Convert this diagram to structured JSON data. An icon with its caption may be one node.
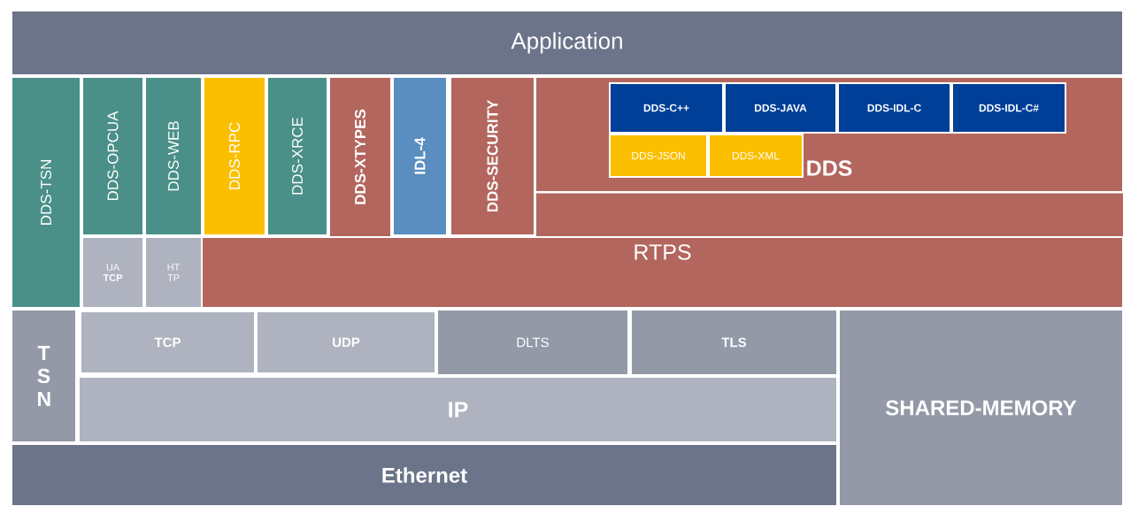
{
  "diagram": {
    "nodes": [
      {
        "text": [
          "Application"
        ]
      },
      {
        "text": [
          "DDS-TSN"
        ]
      },
      {
        "text": [
          "DDS-OPCUA"
        ]
      },
      {
        "text": [
          "DDS-WEB"
        ]
      },
      {
        "text": [
          "DDS-RPC"
        ]
      },
      {
        "text": [
          "DDS-XRCE"
        ]
      },
      {
        "text": [
          "DDS-XTYPES"
        ]
      },
      {
        "text": [
          "IDL-4"
        ]
      },
      {
        "text": [
          "DDS-SECURITY"
        ]
      },
      {
        "text": [
          "DDS"
        ]
      },
      {
        "text": [
          "DDS-C++"
        ],
        "in": 9
      },
      {
        "text": [
          "DDS-JAVA"
        ],
        "in": 9
      },
      {
        "text": [
          "DDS-IDL-C"
        ],
        "in": 9
      },
      {
        "text": [
          "DDS-IDL-C#"
        ],
        "in": 9
      },
      {
        "text": [
          "DDS-JSON"
        ],
        "in": 9
      },
      {
        "text": [
          "DDS-XML"
        ],
        "in": 9
      },
      {
        "text": [
          "UA **TCP**"
        ]
      },
      {
        "text": [
          "HT TP"
        ]
      },
      {
        "text": [
          "RTPS"
        ]
      },
      {
        "text": [
          "T S N"
        ]
      },
      {
        "text": [
          "TCP"
        ]
      },
      {
        "text": [
          "UDP"
        ]
      },
      {
        "text": [
          "DLTS"
        ]
      },
      {
        "text": [
          "TLS"
        ]
      },
      {
        "text": [
          "IP"
        ]
      },
      {
        "text": [
          "SHARED-MEMORY"
        ]
      },
      {
        "text": [
          "Ethernet"
        ]
      }
    ]
  }
}
